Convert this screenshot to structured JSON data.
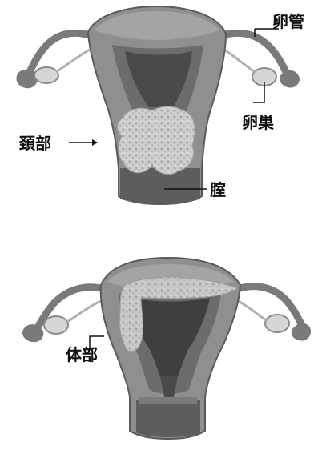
{
  "labels": {
    "oviduct": "卵管",
    "ovary": "卵巣",
    "cervix": "頚部",
    "vagina": "腟",
    "body": "体部"
  },
  "colors": {
    "outer_wall": "#8f8f8f",
    "inner_wall": "#6c6c6c",
    "cavity": "#4a4a4a",
    "tumor": "#cfcfcf",
    "line": "#111111"
  }
}
